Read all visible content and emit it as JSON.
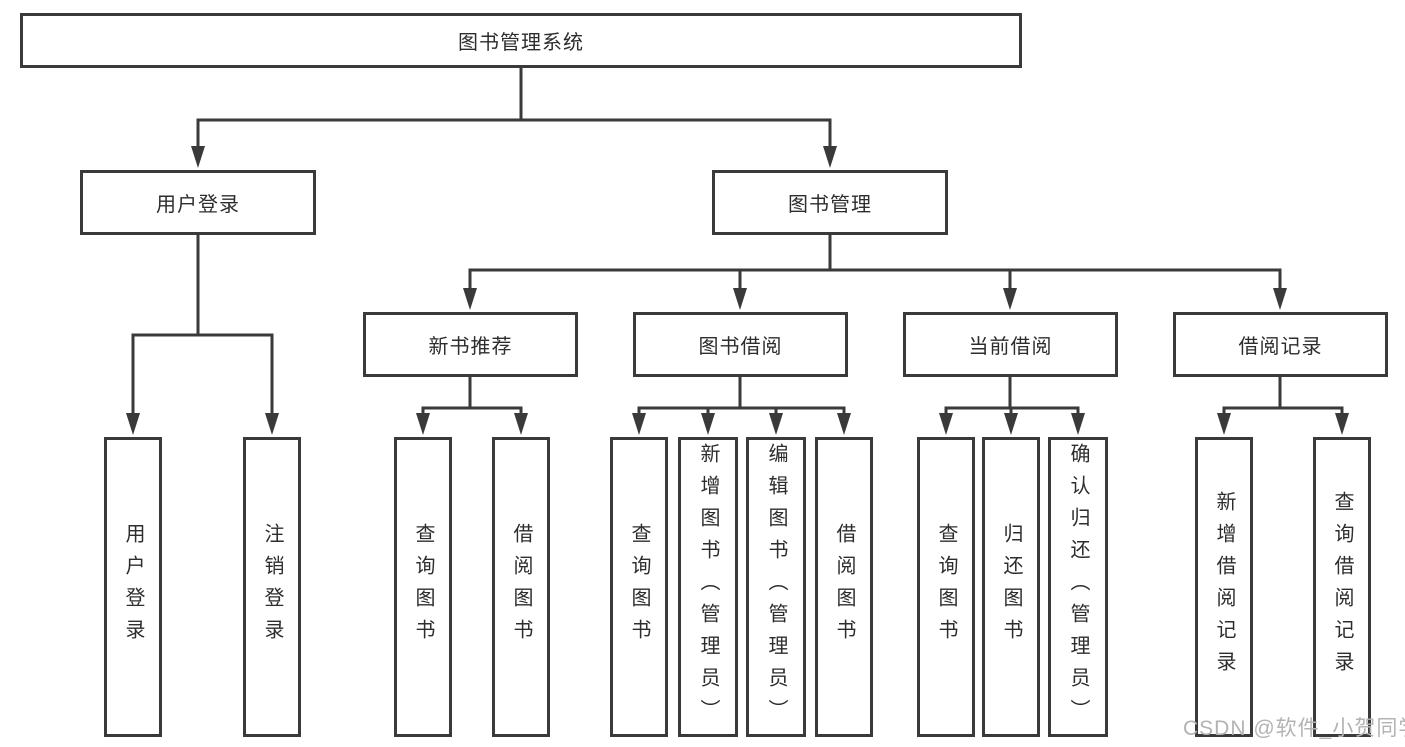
{
  "nodes": {
    "root": "图书管理系统",
    "user_login": "用户登录",
    "book_management": "图书管理",
    "new_book_recommend": "新书推荐",
    "book_borrow": "图书借阅",
    "current_borrow": "当前借阅",
    "borrow_records": "借阅记录"
  },
  "leaves": {
    "user_login_group": [
      "用户登录",
      "注销登录"
    ],
    "new_book_group": [
      "查询图书",
      "借阅图书"
    ],
    "book_borrow_group": [
      "查询图书",
      "新增图书（管理员）",
      "编辑图书（管理员）",
      "借阅图书"
    ],
    "current_borrow_group": [
      "查询图书",
      "归还图书",
      "确认归还（管理员）"
    ],
    "borrow_records_group": [
      "新增借阅记录",
      "查询借阅记录"
    ]
  },
  "watermark": "CSDN @软件_小贺同学",
  "colors": {
    "line": "#3a3a3a",
    "box_border": "#3a3a3a",
    "text": "#2d2d2d",
    "watermark": "#b3b3b3",
    "background": "#ffffff"
  }
}
